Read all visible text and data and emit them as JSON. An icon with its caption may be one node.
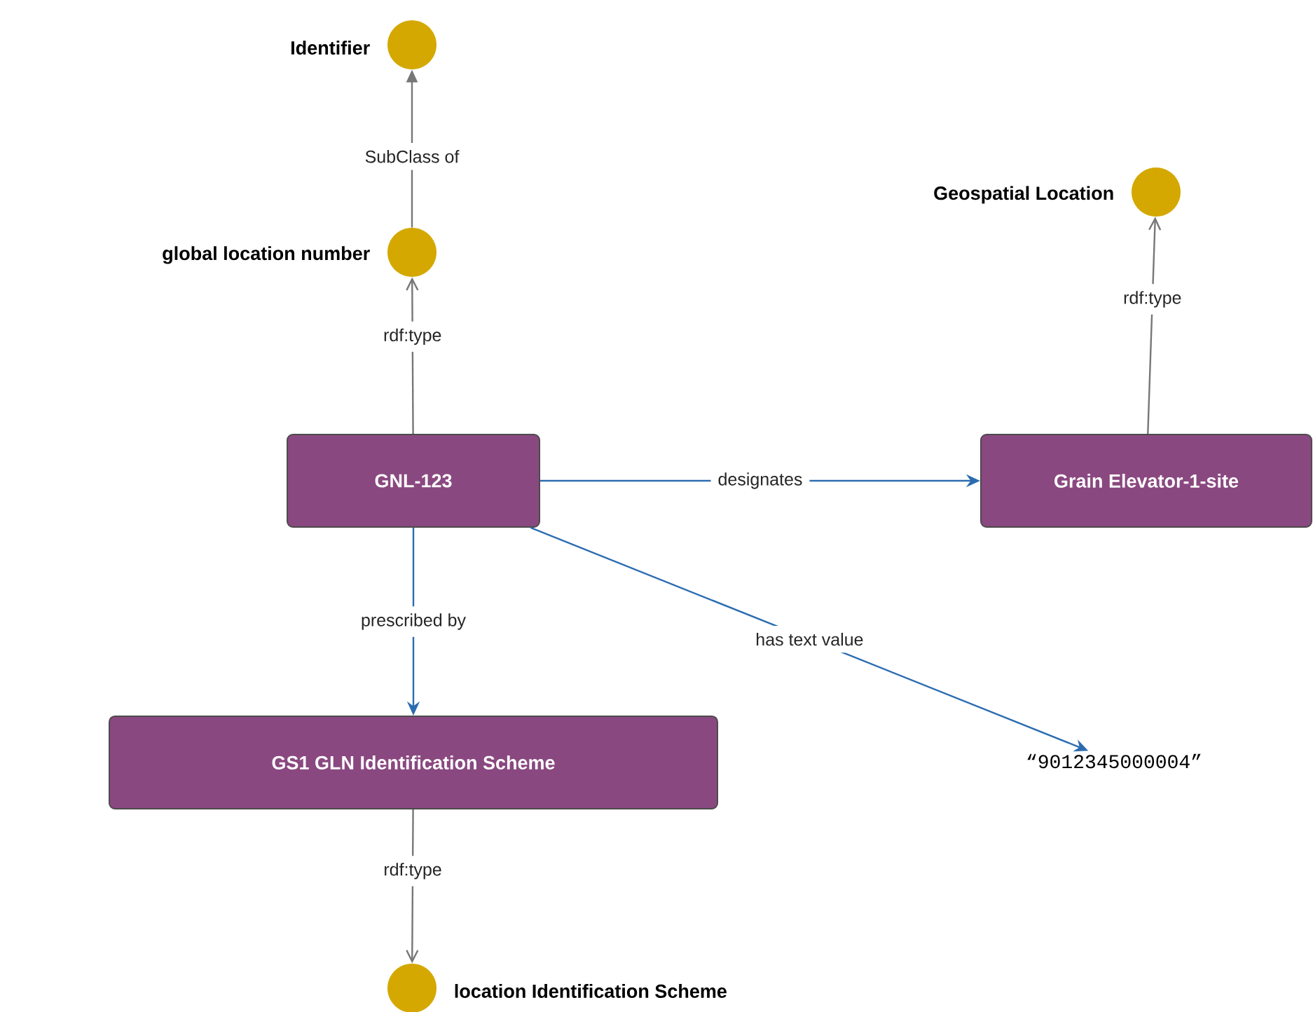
{
  "diagram": {
    "nodes": [
      {
        "text": [
          "Identifier"
        ]
      },
      {
        "text": [
          "global location number"
        ]
      },
      {
        "text": [
          "Geospatial Location"
        ]
      },
      {
        "text": [
          "GNL-123"
        ]
      },
      {
        "text": [
          "Grain Elevator-1-site"
        ]
      },
      {
        "text": [
          "GS1 GLN Identification Scheme"
        ]
      },
      {
        "text": [
          "“9012345000004”"
        ]
      },
      {
        "text": [
          "location Identification Scheme"
        ]
      }
    ],
    "edges": [
      {
        "from": 1,
        "to": 0,
        "arrow": "to",
        "label": "SubClass of"
      },
      {
        "from": 3,
        "to": 1,
        "arrow": "to",
        "label": "rdf:type"
      },
      {
        "from": 4,
        "to": 2,
        "arrow": "to",
        "label": "rdf:type"
      },
      {
        "from": 3,
        "to": 4,
        "arrow": "to",
        "label": "designates",
        "color": "#2b6cb0"
      },
      {
        "from": 3,
        "to": 6,
        "arrow": "to",
        "label": "has text value",
        "color": "#2b6cb0"
      },
      {
        "from": 3,
        "to": 5,
        "arrow": "to",
        "label": "prescribed by",
        "color": "#2b6cb0"
      },
      {
        "from": 5,
        "to": 7,
        "arrow": "to",
        "label": "rdf:type"
      }
    ]
  }
}
